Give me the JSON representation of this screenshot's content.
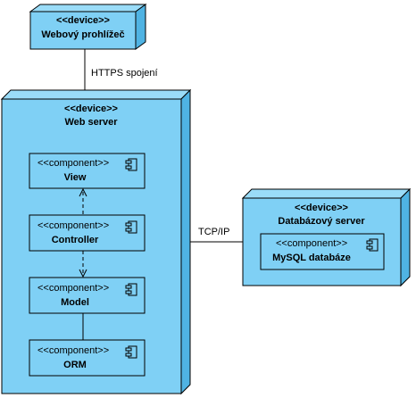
{
  "colors": {
    "node_fill": "#7fd0f5",
    "node_top": "#9adcf8",
    "node_side": "#4fb3e3",
    "component_fill": "#7fd0f5",
    "stroke": "#000000"
  },
  "nodes": {
    "browser": {
      "stereotype": "<<device>>",
      "name": "Webový prohlížeč"
    },
    "web_server": {
      "stereotype": "<<device>>",
      "name": "Web server"
    },
    "db_server": {
      "stereotype": "<<device>>",
      "name": "Databázový server"
    }
  },
  "components": {
    "view": {
      "stereotype": "<<component>>",
      "name": "View"
    },
    "controller": {
      "stereotype": "<<component>>",
      "name": "Controller"
    },
    "model": {
      "stereotype": "<<component>>",
      "name": "Model"
    },
    "orm": {
      "stereotype": "<<component>>",
      "name": "ORM"
    },
    "mysql": {
      "stereotype": "<<component>>",
      "name": "MySQL databáze"
    }
  },
  "connectors": {
    "https": {
      "label": "HTTPS spojení"
    },
    "tcpip": {
      "label": "TCP/IP"
    }
  }
}
